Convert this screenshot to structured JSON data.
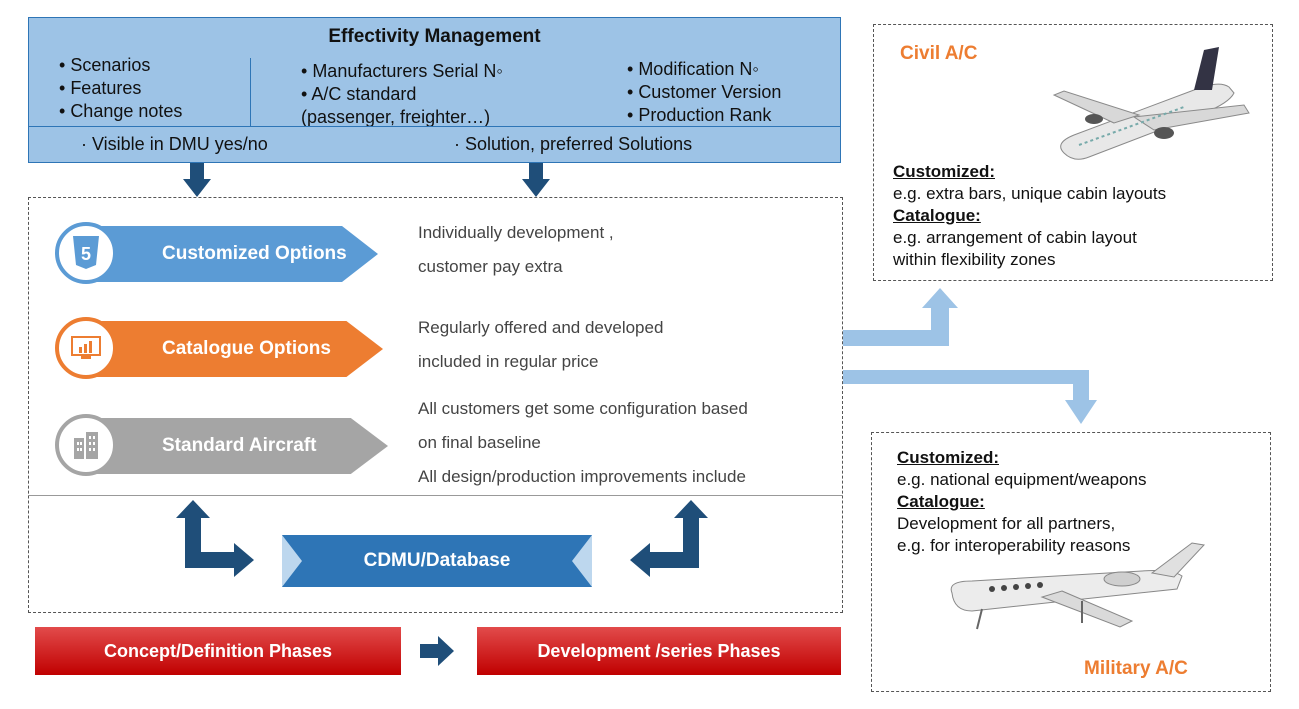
{
  "effectivity": {
    "title": "Effectivity Management",
    "col1": [
      "Scenarios",
      "Features",
      "Change notes"
    ],
    "col2": [
      "Manufacturers Serial N◦",
      "A/C standard"
    ],
    "col2_note": "(passenger, freighter…)",
    "col3": [
      "Modification N◦",
      "Customer Version",
      "Production Rank"
    ],
    "bottom_left": "· Visible in DMU yes/no",
    "bottom_right": "· Solution, preferred Solutions"
  },
  "options": [
    {
      "label": "Customized Options",
      "icon": "html5-shield-icon",
      "color": "#5b9bd5",
      "desc": [
        "Individually development ,",
        "customer pay extra"
      ]
    },
    {
      "label": "Catalogue Options",
      "icon": "monitor-chart-icon",
      "color": "#ed7d31",
      "desc": [
        "Regularly offered and developed",
        "included in regular price"
      ]
    },
    {
      "label": "Standard Aircraft",
      "icon": "buildings-icon",
      "color": "#a5a5a5",
      "desc": [
        "All customers get some configuration based",
        "on final baseline",
        "All design/production improvements include"
      ]
    }
  ],
  "cdmu": {
    "label": "CDMU/Database"
  },
  "phases": {
    "concept": "Concept/Definition Phases",
    "development": "Development /series Phases"
  },
  "civil": {
    "title": "Civil A/C",
    "customized_head": "Customized:",
    "customized_text": "e.g. extra bars, unique cabin layouts",
    "catalogue_head": "Catalogue:",
    "catalogue_text": [
      "e.g. arrangement of cabin layout",
      "within flexibility zones"
    ]
  },
  "military": {
    "title": "Military A/C",
    "customized_head": "Customized:",
    "customized_text": "e.g. national equipment/weapons",
    "catalogue_head": "Catalogue:",
    "catalogue_text": [
      "Development for all partners,",
      "e.g. for interoperability reasons"
    ]
  },
  "colors": {
    "blue_dark": "#2e75b6",
    "blue_light": "#9dc3e6",
    "orange": "#ed7d31",
    "gray": "#a5a5a5",
    "red": "#c00000",
    "arrow_navy": "#1f4e79"
  }
}
